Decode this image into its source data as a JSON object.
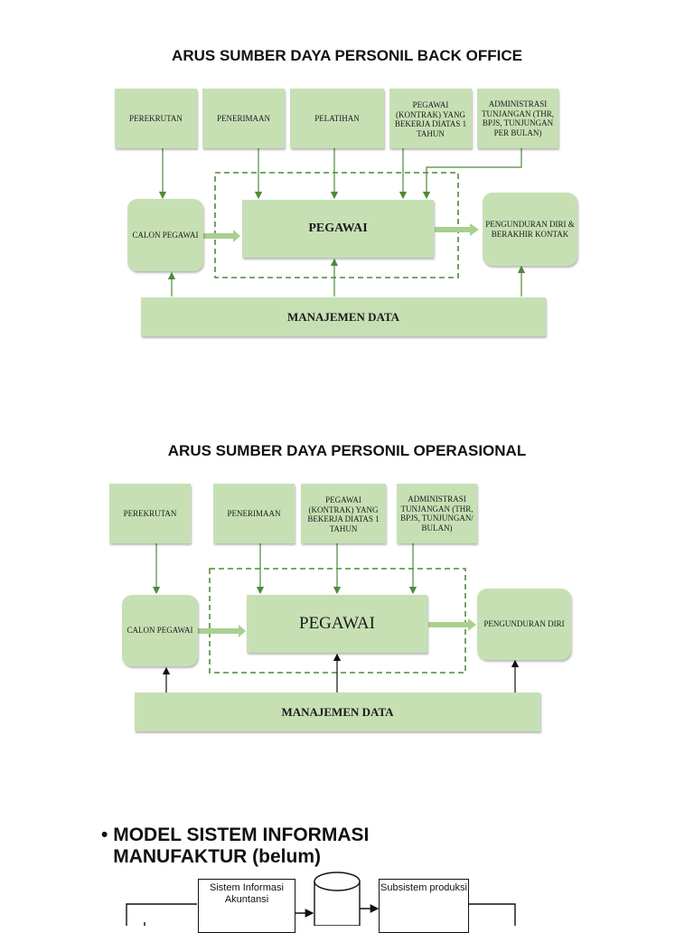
{
  "diagram1": {
    "title": "ARUS SUMBER DAYA PERSONIL BACK OFFICE",
    "boxes": {
      "perekrutan": "PEREKRUTAN",
      "penerimaan": "PENERIMAAN",
      "pelatihan": "PELATIHAN",
      "pegawai_kontrak": "PEGAWAI (KONTRAK) YANG BEKERJA DIATAS 1 TAHUN",
      "administrasi": "ADMINISTRASI TUNJANGAN (THR, BPJS, TUNJUNGAN PER BULAN)",
      "calon_pegawai": "CALON PEGAWAI",
      "pegawai": "PEGAWAI",
      "pengunduran": "PENGUNDURAN DIRI & BERAKHIR KONTAK",
      "manajemen_data": "MANAJEMEN DATA"
    }
  },
  "diagram2": {
    "title": "ARUS SUMBER DAYA PERSONIL OPERASIONAL",
    "boxes": {
      "perekrutan": "PEREKRUTAN",
      "penerimaan": "PENERIMAAN",
      "pegawai_kontrak": "PEGAWAI (KONTRAK) YANG BEKERJA DIATAS 1 TAHUN",
      "administrasi": "ADMINISTRASI TUNJANGAN (THR, BPJS, TUNJUNGAN/ BULAN)",
      "calon_pegawai": "CALON PEGAWAI",
      "pegawai": "PEGAWAI",
      "pengunduran": "PENGUNDURAN DIRI",
      "manajemen_data": "MANAJEMEN DATA"
    }
  },
  "section3": {
    "bullet": "•",
    "heading": "MODEL SISTEM INFORMASI MANUFAKTUR (belum)",
    "boxes": {
      "sia": "Sistem Informasi Akuntansi",
      "subsistem_produksi": "Subsistem produksi"
    }
  },
  "colors": {
    "box_fill": "#c6e0b4",
    "line": "#4e8a3a",
    "dashed": "#4e8a3a",
    "block_arrow": "#a9d08e"
  }
}
